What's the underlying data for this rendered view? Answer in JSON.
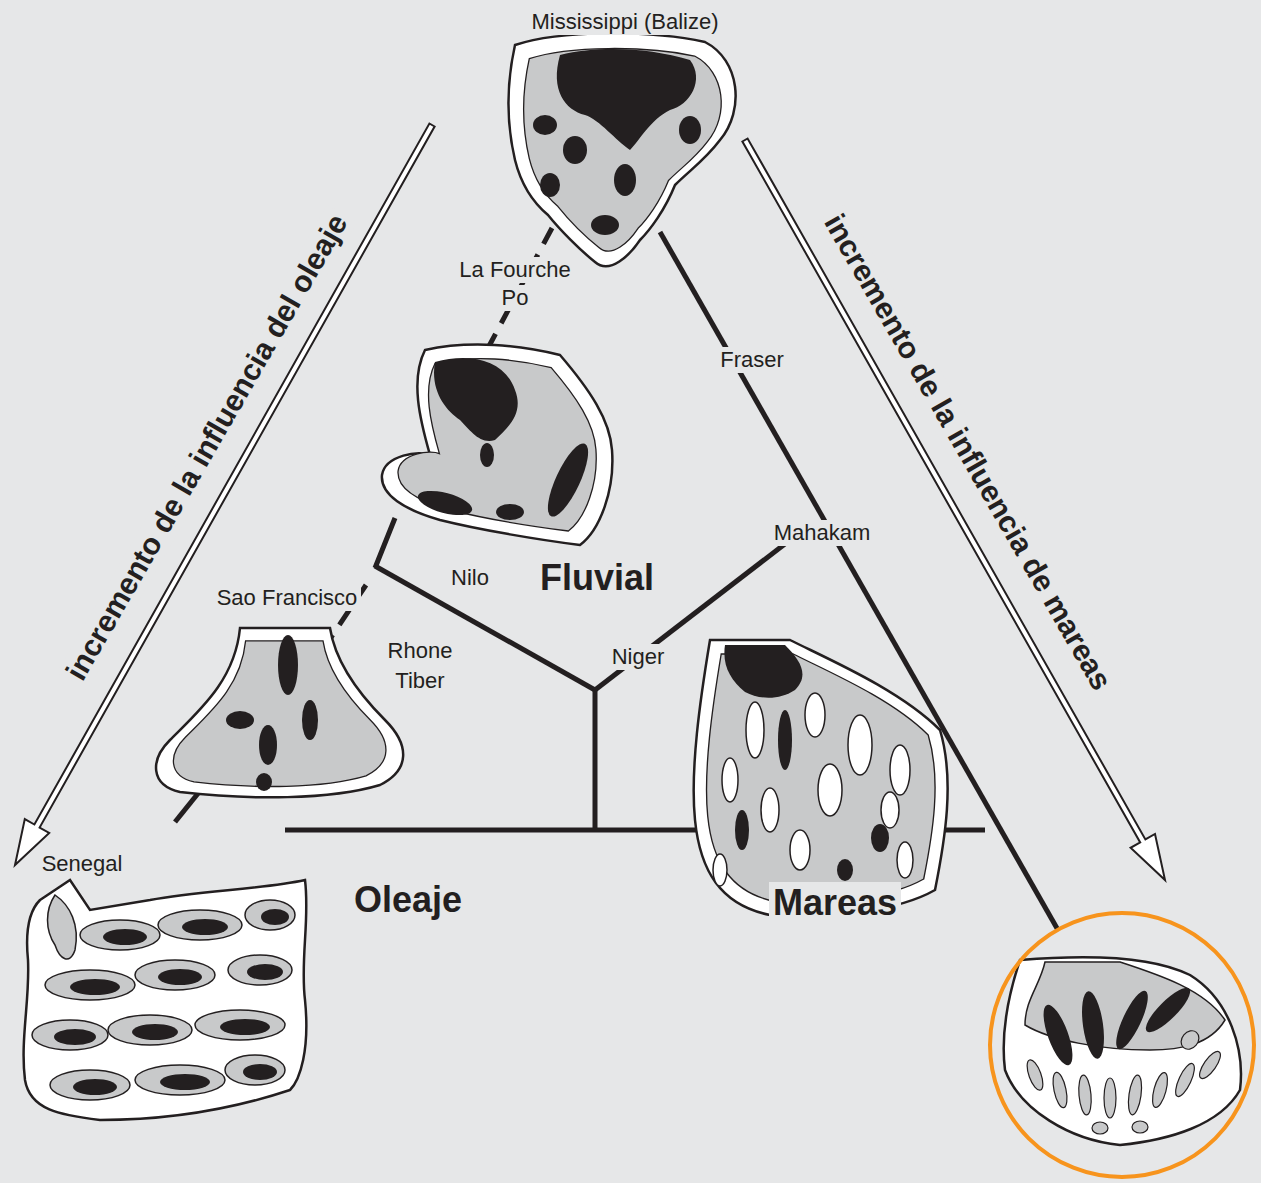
{
  "diagram": {
    "labels": [
      "Mississippi (Balize)",
      "incremento de la influencia del oleaje",
      "incremento de la influencia de mareas",
      "La Fourche",
      "Po",
      "Fraser",
      "Mahakam",
      "Sao Francisco",
      "Nilo",
      "Fluvial",
      "Rhone",
      "Tiber",
      "Niger",
      "Senegal",
      "Oleaje",
      "Mareas"
    ]
  }
}
